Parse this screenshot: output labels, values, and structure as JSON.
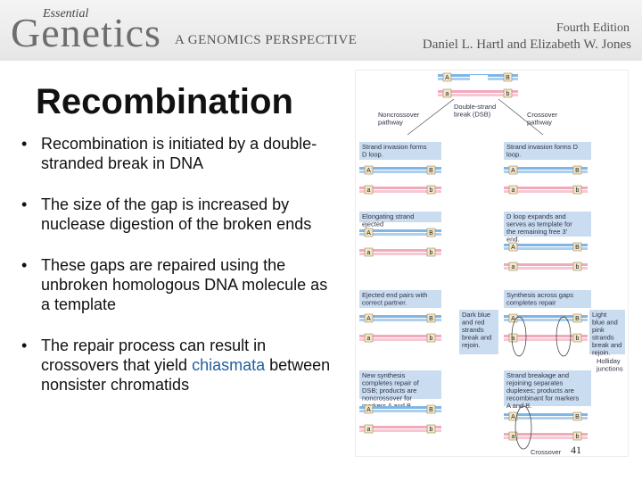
{
  "header": {
    "logo_small": "Essential",
    "logo_big": "Genetics",
    "logo_sub": "A GENOMICS PERSPECTIVE",
    "edition": "Fourth Edition",
    "authors": "Daniel L. Hartl and Elizabeth W. Jones"
  },
  "slide": {
    "title": "Recombination",
    "bullets": [
      {
        "text": "Recombination is initiated by a double-stranded break in DNA"
      },
      {
        "text": "The size of the gap is increased by nuclease digestion of the broken ends"
      },
      {
        "text": "These gaps are repaired using the unbroken homologous DNA molecule as a template"
      },
      {
        "text_before": "The repair process can result in crossovers that yield ",
        "highlight": "chiasmata",
        "text_after": " between nonsister chromatids"
      }
    ],
    "page_number": "41"
  },
  "figure": {
    "top_label": "Double-strand break (DSB)",
    "left_pathway": "Noncrossover pathway",
    "right_pathway": "Crossover pathway",
    "left_steps": [
      "Strand invasion forms D loop.",
      "Elongating strand ejected",
      "Ejected end pairs with correct partner.",
      "New synthesis completes repair of DSB; products are noncrossover for markers A and B."
    ],
    "right_steps": [
      "Strand invasion forms D loop.",
      "D loop expands and serves as template for the remaining free 3' end.",
      "Synthesis across gaps completes repair",
      "Strand breakage and rejoining separates duplexes; products are recombinant for markers A and B."
    ],
    "side_notes": {
      "left": "Dark blue and red strands break and rejoin.",
      "right": "Light blue and pink strands break and rejoin.",
      "holliday": "Holliday junctions",
      "crossover": "Crossover"
    },
    "markers": {
      "upper_left": "A",
      "upper_right": "B",
      "lower_left": "a",
      "lower_right": "b"
    },
    "colors": {
      "blue": "#7fb6e6",
      "pink": "#f2a9bc",
      "tan": "#cbb08a",
      "box": "#c9dcf0"
    }
  }
}
